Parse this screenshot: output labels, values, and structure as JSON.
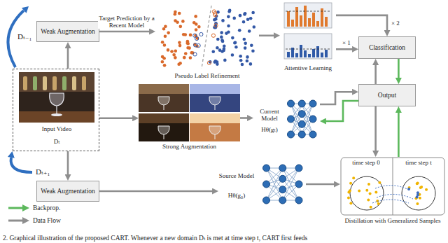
{
  "diagram": {
    "caption": "2. Graphical illustration of the proposed CART. Whenever a new domain Dₜ is met at time step t, CART first feeds",
    "nodes": [
      {
        "text": [
          "Weak Augmentation"
        ]
      },
      {
        "text": [
          "Input Video",
          "Dₜ"
        ]
      },
      {
        "text": [
          "Pseudo Label Refinement"
        ]
      },
      {
        "text": [
          "Attentive Learning"
        ]
      },
      {
        "text": [
          "Classification"
        ]
      },
      {
        "text": [
          "Output"
        ]
      },
      {
        "text": [
          "Strong Augmentation"
        ]
      },
      {
        "text": [
          "Current Model",
          "Hθ(gₜ)"
        ]
      },
      {
        "text": [
          "Weak Augmentation"
        ]
      },
      {
        "text": [
          "Source Model",
          "Hθ(g₀)"
        ]
      },
      {
        "text": [
          "time step 0",
          "time step t",
          "Distillation with Generalized Samples"
        ]
      }
    ],
    "edges": [
      {
        "from": 1,
        "to": 0,
        "arrow": "to"
      },
      {
        "from": 0,
        "to": 2,
        "label": "Target Prediction by a Recent Model",
        "arrow": "to"
      },
      {
        "from": 2,
        "to": 3,
        "arrow": "to"
      },
      {
        "from": 3,
        "to": 4,
        "label": "× 2",
        "arrow": "to"
      },
      {
        "from": 3,
        "to": 4,
        "label": "× 1",
        "arrow": "to"
      },
      {
        "from": 1,
        "to": 6,
        "arrow": "to"
      },
      {
        "from": 6,
        "to": 7,
        "arrow": "to"
      },
      {
        "from": 7,
        "to": 5,
        "arrow": "to"
      },
      {
        "from": 5,
        "to": 7,
        "arrow": "to"
      },
      {
        "from": 5,
        "to": 4,
        "arrow": "to"
      },
      {
        "from": 4,
        "to": 5,
        "arrow": "to"
      },
      {
        "from": 5,
        "to": 10,
        "arrow": "to"
      },
      {
        "from": 10,
        "to": 5,
        "arrow": "to"
      },
      {
        "from": 1,
        "to": 8,
        "arrow": "to"
      },
      {
        "from": 8,
        "to": 9,
        "arrow": "to"
      },
      {
        "from": 9,
        "to": 10,
        "arrow": "to"
      }
    ],
    "labels": [
      "Dₜ₋₁",
      "Dₜ₊₁"
    ],
    "legend": [
      {
        "text": "Backprop."
      },
      {
        "text": "Data Flow"
      }
    ]
  }
}
